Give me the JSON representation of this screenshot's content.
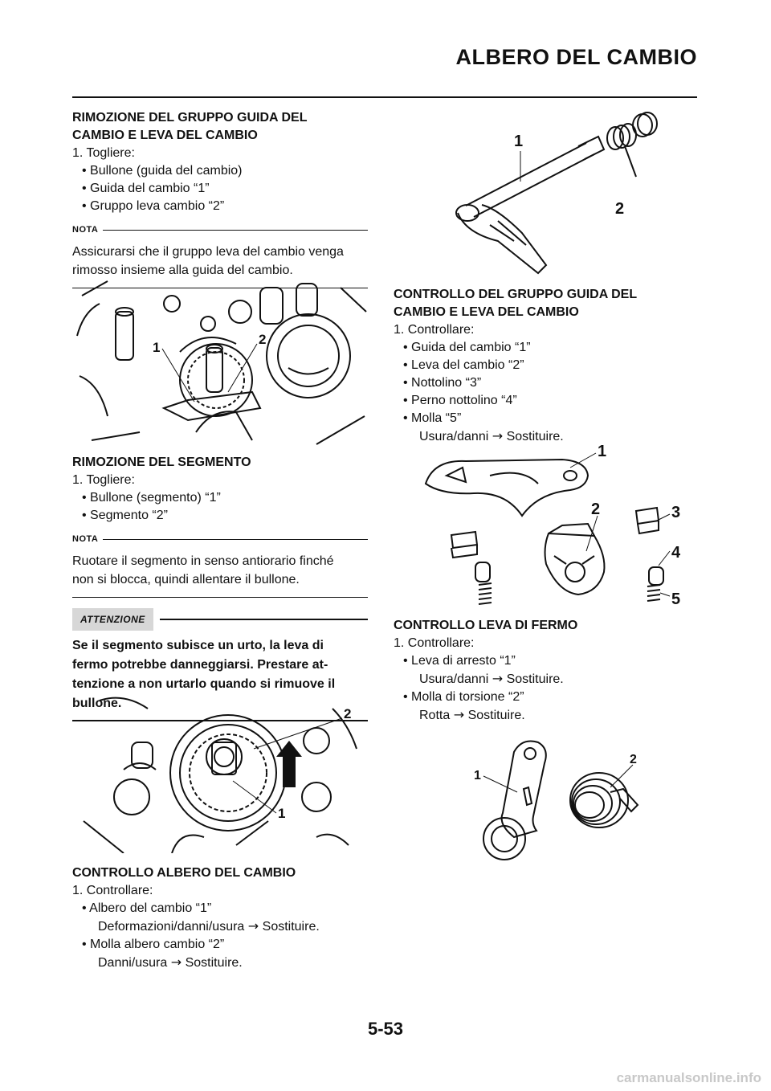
{
  "header": {
    "title": "ALBERO DEL CAMBIO"
  },
  "left": {
    "s1": {
      "heading_l1": "RIMOZIONE DEL GRUPPO GUIDA DEL",
      "heading_l2": "CAMBIO E LEVA DEL CAMBIO",
      "step": "1.  Togliere:",
      "items": [
        "• Bullone (guida del cambio)",
        "• Guida del cambio “1”",
        "• Gruppo leva cambio “2”"
      ],
      "nota_label": "NOTA",
      "nota_l1": "Assicurarsi che il gruppo leva del cambio venga",
      "nota_l2": "rimosso insieme alla guida del cambio."
    },
    "fig1": {
      "callout1": "1",
      "callout2": "2"
    },
    "s2": {
      "heading": "RIMOZIONE DEL SEGMENTO",
      "step": "1.  Togliere:",
      "items": [
        "• Bullone (segmento) “1”",
        "• Segmento “2”"
      ],
      "nota_label": "NOTA",
      "nota_l1": "Ruotare il segmento in senso antiorario finché",
      "nota_l2": "non si blocca, quindi allentare il bullone.",
      "att_label": "ATTENZIONE",
      "att_l1": "Se il segmento subisce un urto, la leva di",
      "att_l2": "fermo potrebbe danneggiarsi. Prestare at-",
      "att_l3": "tenzione a non urtarlo quando si rimuove il",
      "att_l4": "bullone."
    },
    "fig2": {
      "callout1": "1",
      "callout2": "2"
    },
    "s3": {
      "heading": "CONTROLLO ALBERO DEL CAMBIO",
      "step": "1.  Controllare:",
      "item1": "• Albero del cambio “1”",
      "item1_note": "Deformazioni/danni/usura",
      "item2": "• Molla albero cambio “2”",
      "item2_note": "Danni/usura",
      "action": "Sostituire.",
      "arrow": "→"
    }
  },
  "right": {
    "fig3": {
      "callout1": "1",
      "callout2": "2"
    },
    "s4": {
      "heading_l1": "CONTROLLO DEL GRUPPO GUIDA DEL",
      "heading_l2": "CAMBIO E LEVA DEL CAMBIO",
      "step": "1.  Controllare:",
      "items": [
        "• Guida del cambio “1”",
        "• Leva del cambio “2”",
        "• Nottolino “3”",
        "• Perno nottolino “4”",
        "• Molla “5”"
      ],
      "note": "Usura/danni",
      "action": "Sostituire.",
      "arrow": "→"
    },
    "fig4": {
      "c1": "1",
      "c2": "2",
      "c3": "3",
      "c4": "4",
      "c5": "5"
    },
    "s5": {
      "heading": "CONTROLLO LEVA DI FERMO",
      "step": "1.  Controllare:",
      "item1": "• Leva di arresto “1”",
      "item1_note": "Usura/danni",
      "item2": "• Molla di torsione “2”",
      "item2_note": "Rotta",
      "action": "Sostituire.",
      "arrow": "→"
    },
    "fig5": {
      "callout1": "1",
      "callout2": "2"
    }
  },
  "footer": {
    "page_number": "5-53",
    "watermark": "carmanualsonline.info"
  }
}
